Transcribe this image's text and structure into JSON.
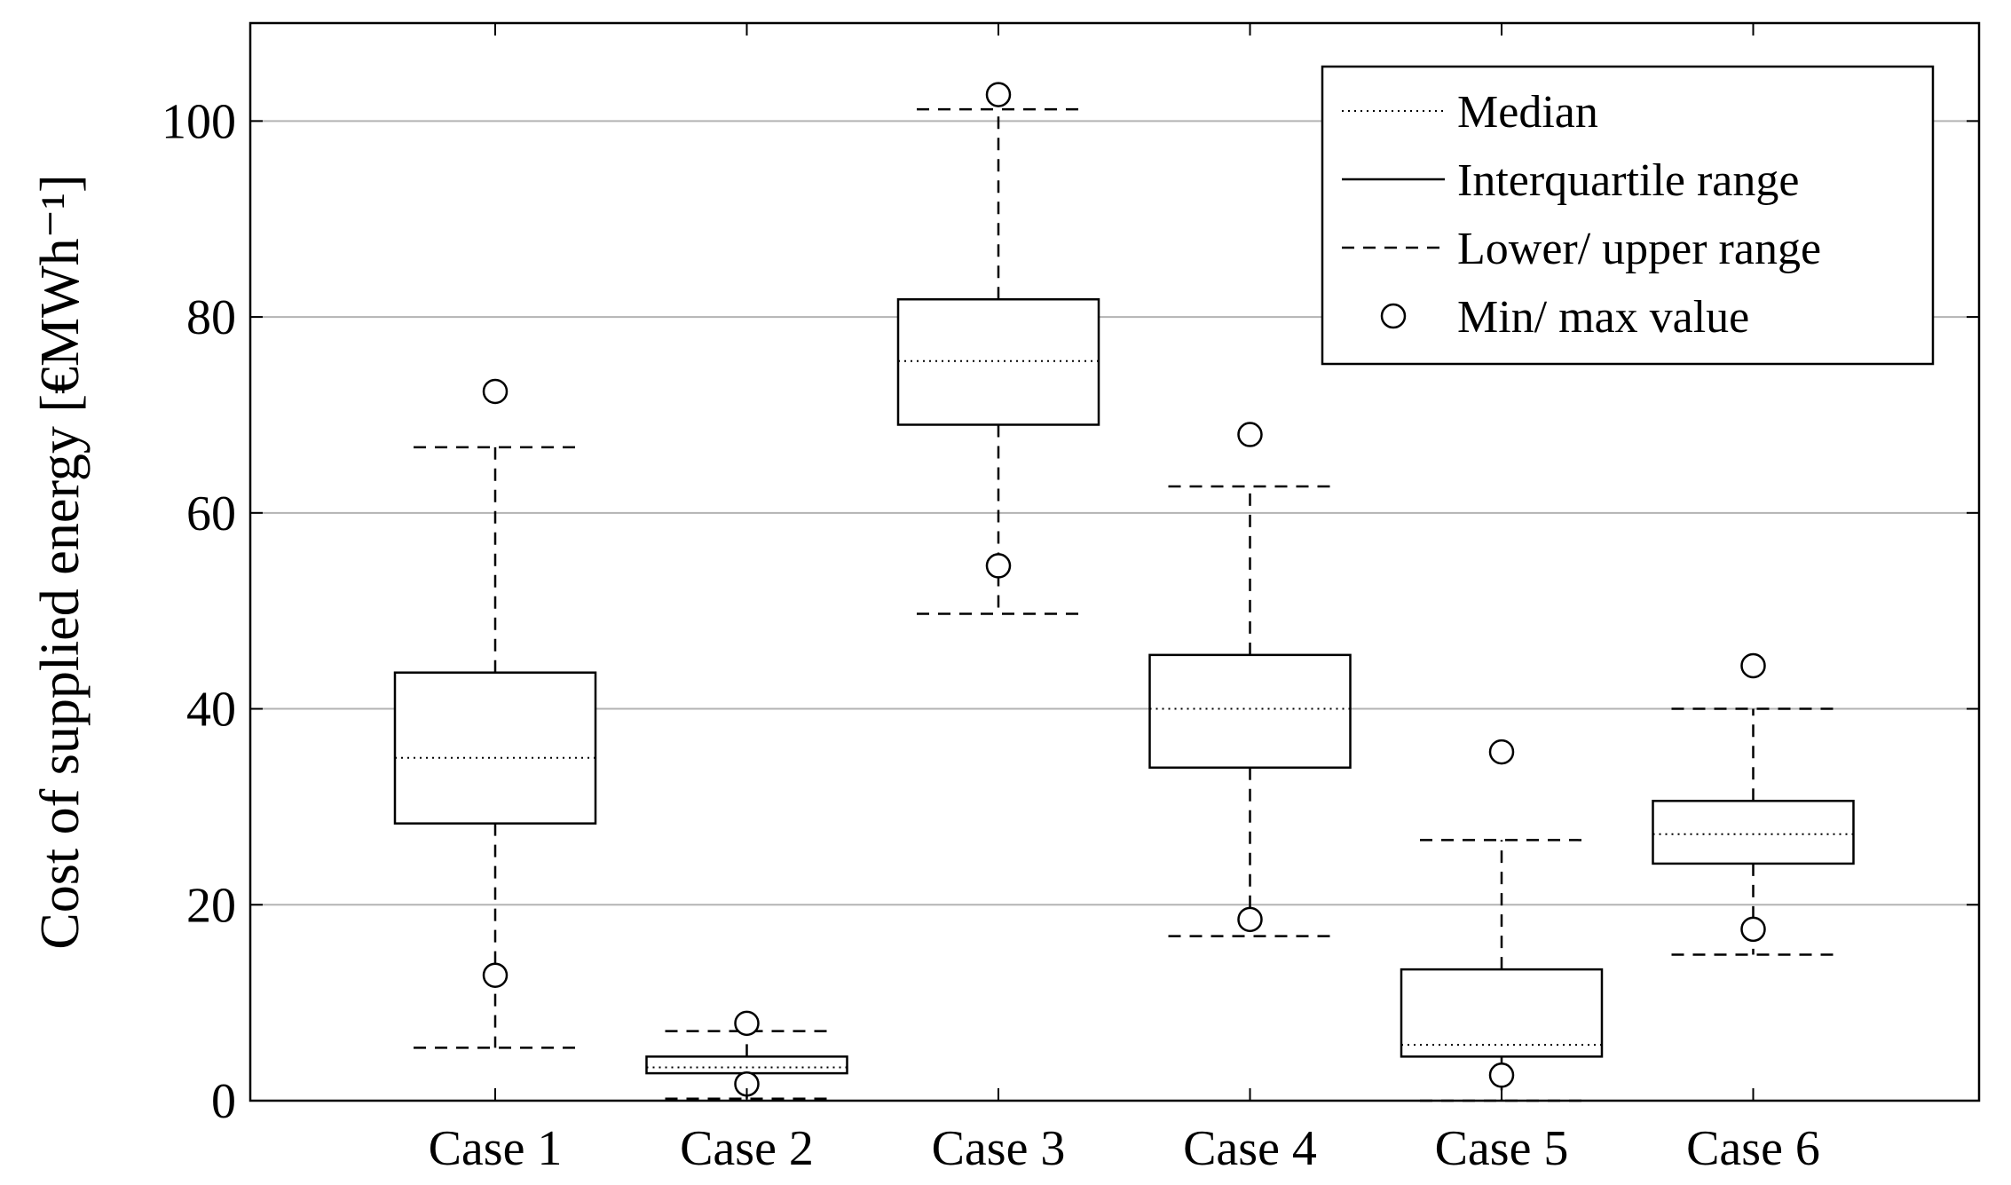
{
  "chart_data": {
    "type": "boxplot",
    "ylabel": "Cost of supplied energy [€MWh⁻¹]",
    "xlabel": "",
    "ylim": [
      0,
      110
    ],
    "yticks": [
      0,
      20,
      40,
      60,
      80,
      100
    ],
    "grid": "horizontal",
    "legend_position": "top-right",
    "legend": [
      {
        "label": "Median",
        "style": "dotted"
      },
      {
        "label": "Interquartile range",
        "style": "solid"
      },
      {
        "label": "Lower/ upper range",
        "style": "dashed"
      },
      {
        "label": "Min/ max value",
        "style": "circle"
      }
    ],
    "categories": [
      "Case 1",
      "Case 2",
      "Case 3",
      "Case 4",
      "Case 5",
      "Case 6"
    ],
    "boxes": [
      {
        "case": "Case 1",
        "median": 35.0,
        "q1": 28.3,
        "q3": 43.7,
        "lower": 5.4,
        "upper": 66.7,
        "min": 12.8,
        "max": 72.4
      },
      {
        "case": "Case 2",
        "median": 3.4,
        "q1": 2.8,
        "q3": 4.5,
        "lower": 0.2,
        "upper": 7.1,
        "min": 1.7,
        "max": 7.9
      },
      {
        "case": "Case 3",
        "median": 75.5,
        "q1": 69.0,
        "q3": 81.8,
        "lower": 49.7,
        "upper": 101.2,
        "min": 54.6,
        "max": 102.7
      },
      {
        "case": "Case 4",
        "median": 40.0,
        "q1": 34.0,
        "q3": 45.5,
        "lower": 16.8,
        "upper": 62.7,
        "min": 18.5,
        "max": 68.0
      },
      {
        "case": "Case 5",
        "median": 5.7,
        "q1": 4.5,
        "q3": 13.4,
        "lower": 0.0,
        "upper": 26.6,
        "min": 2.6,
        "max": 35.6
      },
      {
        "case": "Case 6",
        "median": 27.2,
        "q1": 24.2,
        "q3": 30.6,
        "lower": 14.9,
        "upper": 40.0,
        "min": 17.5,
        "max": 44.4
      }
    ]
  }
}
